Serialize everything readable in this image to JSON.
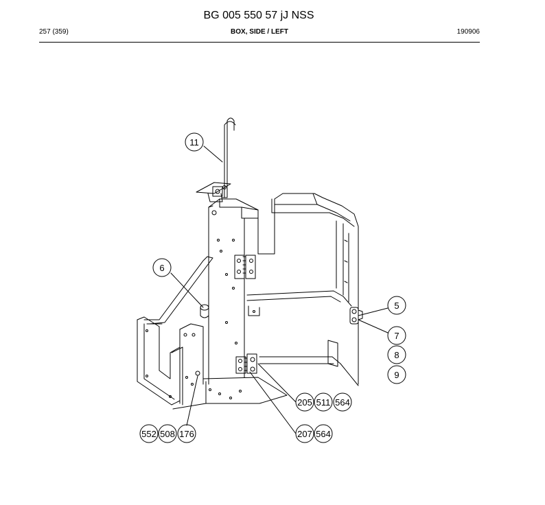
{
  "header": {
    "title": "BG 005 550 57 jJ NSS",
    "page": "257 (359)",
    "section": "BOX, SIDE / LEFT",
    "code": "190906"
  },
  "callouts": {
    "c11": "11",
    "c6": "6",
    "c5": "5",
    "c7": "7",
    "c8": "8",
    "c9": "9",
    "c205": "205",
    "c511": "511",
    "c564a": "564",
    "c207": "207",
    "c564b": "564",
    "c552": "552",
    "c508": "508",
    "c176": "176"
  }
}
